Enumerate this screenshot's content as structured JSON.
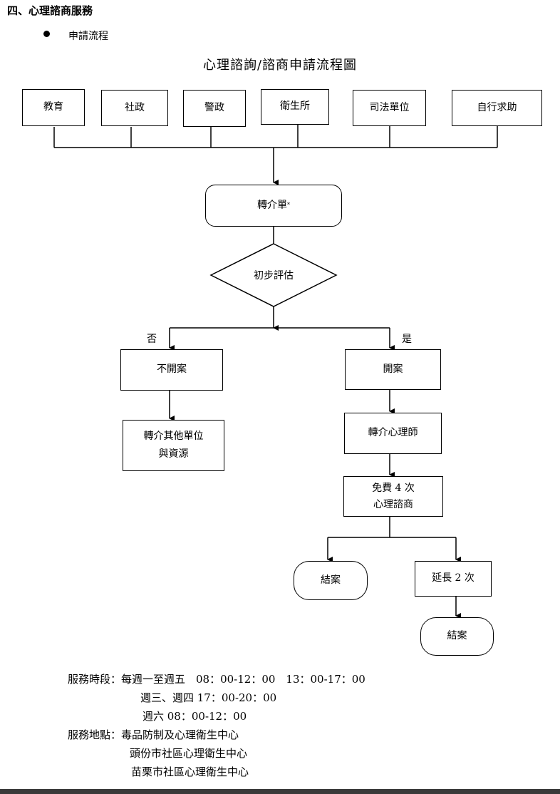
{
  "section_title": "四、心理諮商服務",
  "bullet": "申請流程",
  "chart_title": "心理諮詢/諮商申請流程圖",
  "sources": [
    "教育",
    "社政",
    "警政",
    "衛生所",
    "司法單位",
    "自行求助"
  ],
  "referral_label": "轉介單",
  "referral_mark": "*",
  "assessment_label": "初步評估",
  "no_label": "否",
  "yes_label": "是",
  "no_case": "不開案",
  "refer_other_line1": "轉介其他單位",
  "refer_other_line2": "與資源",
  "open_case": "開案",
  "refer_psych": "轉介心理師",
  "free_line1": "免費 4 次",
  "free_line2": "心理諮商",
  "close_case_1": "結案",
  "extend": "延長 2 次",
  "close_case_2": "結案",
  "service_hours_label": "服務時段：",
  "service_hours_1": "每週一至週五　08：00-12：00　13：00-17：00",
  "service_hours_2": "週三、週四 17：00-20：00",
  "service_hours_3": "週六 08：00-12：00",
  "service_location_label": "服務地點：",
  "service_location_1": "毒品防制及心理衛生中心",
  "service_location_2": "頭份市社區心理衛生中心",
  "service_location_3": "苗栗市社區心理衛生中心"
}
